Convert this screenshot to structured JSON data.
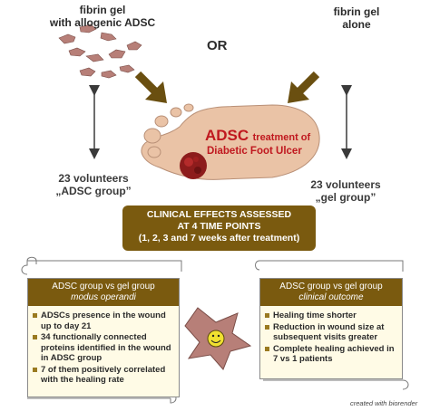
{
  "top_left": {
    "line1": "fibrin gel",
    "line2": "with allogenic ADSC"
  },
  "or_label": "OR",
  "top_right": {
    "line1": "fibrin gel",
    "line2": "alone"
  },
  "foot": {
    "title_big": "ADSC",
    "title_rest": "treatment of",
    "subtitle": "Diabetic Foot Ulcer"
  },
  "left_group": {
    "line1": "23 volunteers",
    "line2": "„ADSC group”"
  },
  "right_group": {
    "line1": "23 volunteers",
    "line2": "„gel group”"
  },
  "effects": {
    "line1": "CLINICAL EFFECTS ASSESSED",
    "line2": "AT 4 TIME POINTS",
    "line3": "(1, 2, 3 and 7 weeks after treatment)"
  },
  "left_panel": {
    "header1": "ADSC group vs gel group",
    "header2": "modus operandi",
    "items": [
      "ADSCs presence in the wound up to day 21",
      "34 functionally connected proteins identified in the wound in ADSC group",
      "7 of them positively correlated with the healing rate"
    ]
  },
  "right_panel": {
    "header1": "ADSC group vs gel group",
    "header2": "clinical outcome",
    "items": [
      "Healing time shorter",
      "Reduction in wound size at subsequent visits greater",
      "Complete healing achieved in 7 vs 1 patients"
    ]
  },
  "credit": "created with biorender",
  "colors": {
    "brown": "#7a5a0f",
    "panel_bg": "#fffbe6",
    "accent_red": "#c0181f",
    "cell": "#b77f78"
  }
}
